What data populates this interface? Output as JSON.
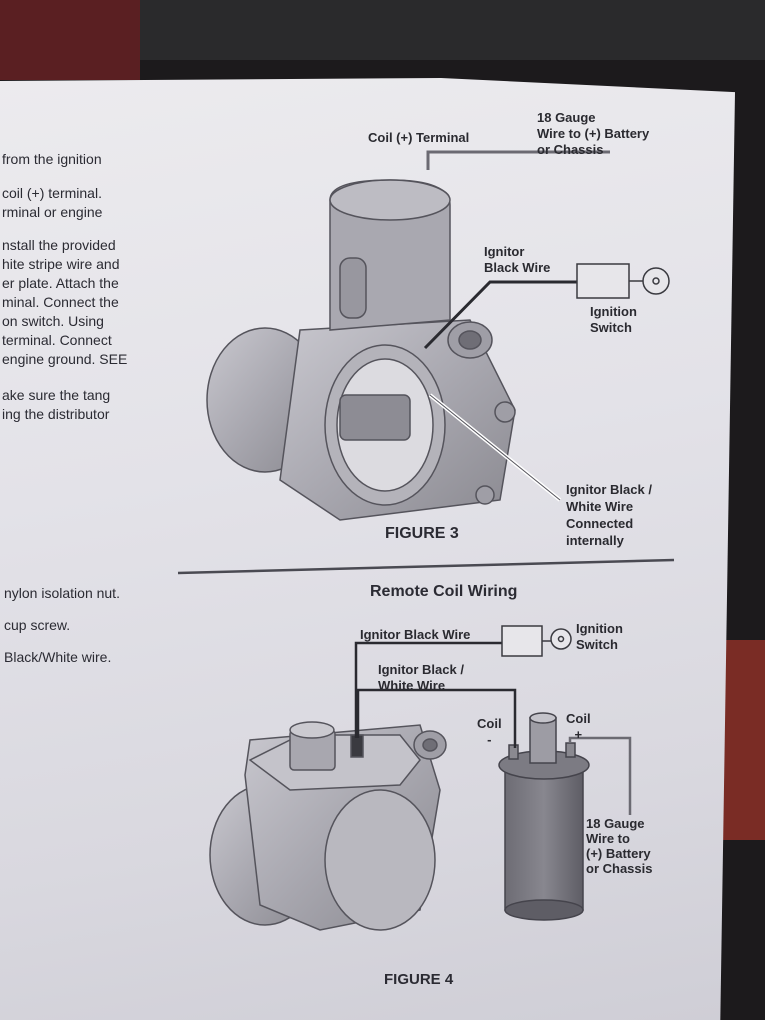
{
  "left_column": {
    "block1": [
      "from the ignition"
    ],
    "block2": [
      "coil (+) terminal.",
      "rminal or engine"
    ],
    "block3": [
      "nstall the provided",
      "hite stripe wire and",
      "er plate. Attach the",
      "minal. Connect the",
      "on switch. Using",
      "terminal. Connect",
      "engine ground. SEE"
    ],
    "block4": [
      "ake sure the tang",
      "ing the distributor"
    ],
    "block5": [
      "nylon isolation nut.",
      "cup screw.",
      "Black/White wire."
    ]
  },
  "figure3": {
    "coil_terminal": "Coil (+) Terminal",
    "gauge_wire": [
      "18 Gauge",
      "Wire to (+) Battery",
      "or Chassis"
    ],
    "ignitor_black": [
      "Ignitor",
      "Black Wire"
    ],
    "ignition_switch": [
      "Ignition",
      "Switch"
    ],
    "ignitor_bw": [
      "Ignitor Black /",
      "White Wire",
      "Connected",
      "internally"
    ],
    "caption": "FIGURE 3"
  },
  "figure4": {
    "title": "Remote Coil Wiring",
    "ignitor_black": "Ignitor Black Wire",
    "ignition_switch": [
      "Ignition",
      "Switch"
    ],
    "ignitor_bw": [
      "Ignitor Black /",
      "White Wire"
    ],
    "coil_minus": [
      "Coil",
      "-"
    ],
    "coil_plus": [
      "Coil",
      "+"
    ],
    "gauge_wire": [
      "18 Gauge",
      "Wire to",
      "(+) Battery",
      "or Chassis"
    ],
    "caption": "FIGURE 4"
  }
}
